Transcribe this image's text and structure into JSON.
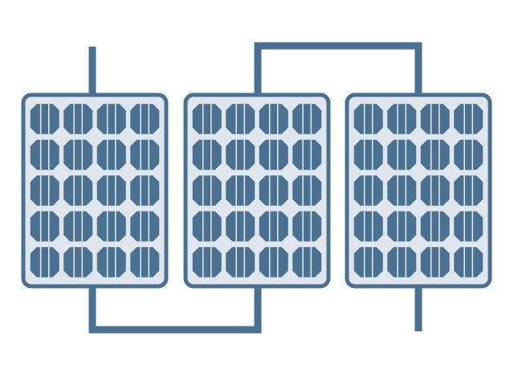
{
  "colors": {
    "frame": "#4a7192",
    "cell": "#4a7192",
    "panel_fill": "#dfe6ed",
    "wire": "#4a7192",
    "background": "#ffffff"
  },
  "diagram": {
    "panels": [
      {
        "id": "panel-1",
        "rows": 5,
        "cols": 4
      },
      {
        "id": "panel-2",
        "rows": 5,
        "cols": 4
      },
      {
        "id": "panel-3",
        "rows": 5,
        "cols": 4
      }
    ],
    "connection": "series"
  }
}
